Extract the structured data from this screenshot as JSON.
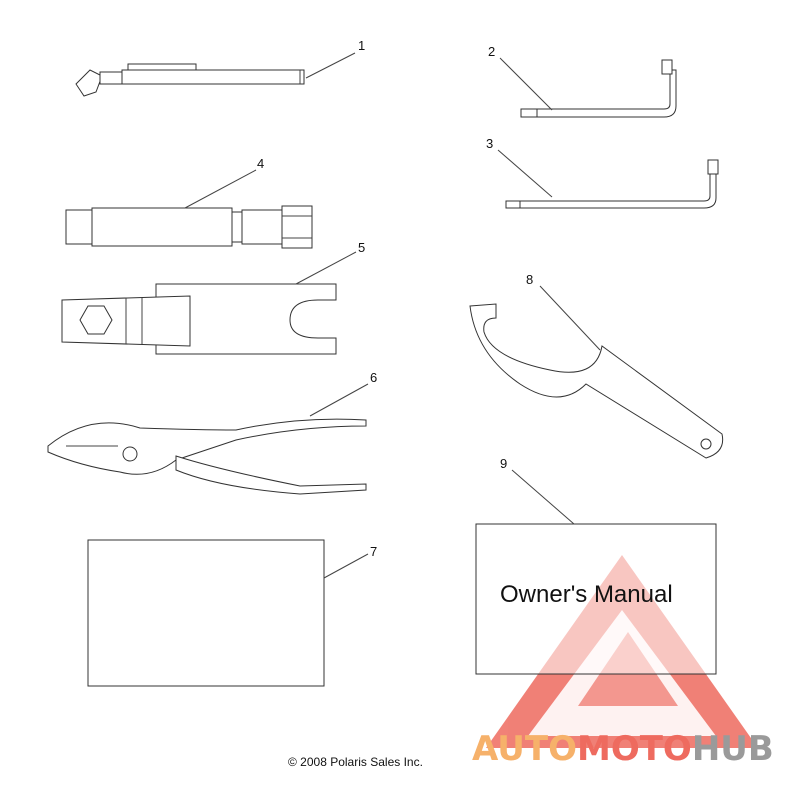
{
  "callouts": {
    "c1": "1",
    "c2": "2",
    "c3": "3",
    "c4": "4",
    "c5": "5",
    "c6": "6",
    "c7": "7",
    "c8": "8",
    "c9": "9"
  },
  "manual": {
    "title": "Owner's Manual"
  },
  "footer": {
    "copyright": "© 2008 Polaris Sales Inc."
  },
  "watermark": {
    "part1": "AUTO",
    "part2": "MOTO",
    "part3": "HUB"
  },
  "colors": {
    "line": "#333333",
    "watermark_red": "#ee6b5f",
    "watermark_orange": "#f6b16a",
    "watermark_gray": "#9a9a9a"
  }
}
